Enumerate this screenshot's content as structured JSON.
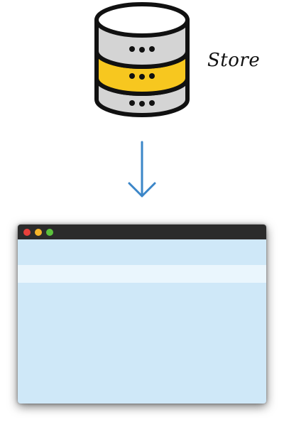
{
  "store": {
    "label": "Store",
    "icon": "database-icon",
    "colors": {
      "outline": "#111111",
      "disk_top": "#d4d4d4",
      "disk_middle": "#f7c71f",
      "disk_bottom": "#d4d4d4"
    }
  },
  "arrow": {
    "icon": "arrow-down-icon",
    "color": "#3b86c8"
  },
  "browser": {
    "colors": {
      "titlebar": "#2b2b2b",
      "body": "#cfe8f8",
      "band": "#eaf6fd"
    },
    "window_controls": [
      {
        "name": "close-dot",
        "color": "#e8403b"
      },
      {
        "name": "minimize-dot",
        "color": "#f5b52a"
      },
      {
        "name": "maximize-dot",
        "color": "#5bc23c"
      }
    ]
  }
}
